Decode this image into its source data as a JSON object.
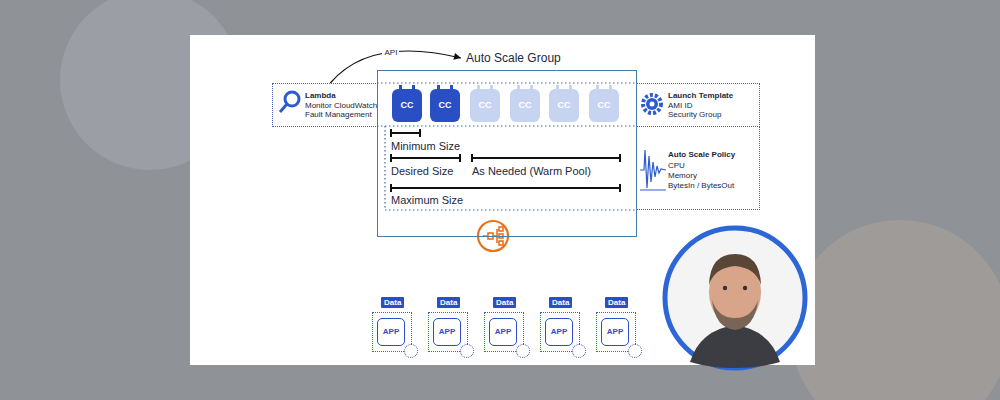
{
  "diagram": {
    "nodes": [
      {
        "text": [
          "Auto Scale Group"
        ]
      },
      {
        "text": [
          "Lambda",
          "Monitor CloudWatch",
          "Fault Management"
        ]
      },
      {
        "text": [
          "CC"
        ],
        "in": 0
      },
      {
        "text": [
          "CC"
        ],
        "in": 0
      },
      {
        "text": [
          "CC"
        ],
        "in": 0
      },
      {
        "text": [
          "CC"
        ],
        "in": 0
      },
      {
        "text": [
          "CC"
        ],
        "in": 0
      },
      {
        "text": [
          "CC"
        ],
        "in": 0
      },
      {
        "text": [
          "Launch Template",
          "AMI ID",
          "Security Group"
        ]
      },
      {
        "text": [
          "Auto Scale Policy",
          "CPU",
          "Memory",
          "BytesIn / BytesOut"
        ]
      },
      {
        "text": [
          "Data",
          "APP"
        ]
      },
      {
        "text": [
          "Data",
          "APP"
        ]
      },
      {
        "text": [
          "Data",
          "APP"
        ]
      },
      {
        "text": [
          "Data",
          "APP"
        ]
      },
      {
        "text": [
          "Data",
          "APP"
        ]
      }
    ],
    "edges": [
      {
        "from": 1,
        "to": 0,
        "label": "API",
        "arrow": "to"
      }
    ],
    "labels": [
      "Minimum Size",
      "Desired Size",
      "As Needed (Warm Pool)",
      "Maximum Size"
    ]
  }
}
